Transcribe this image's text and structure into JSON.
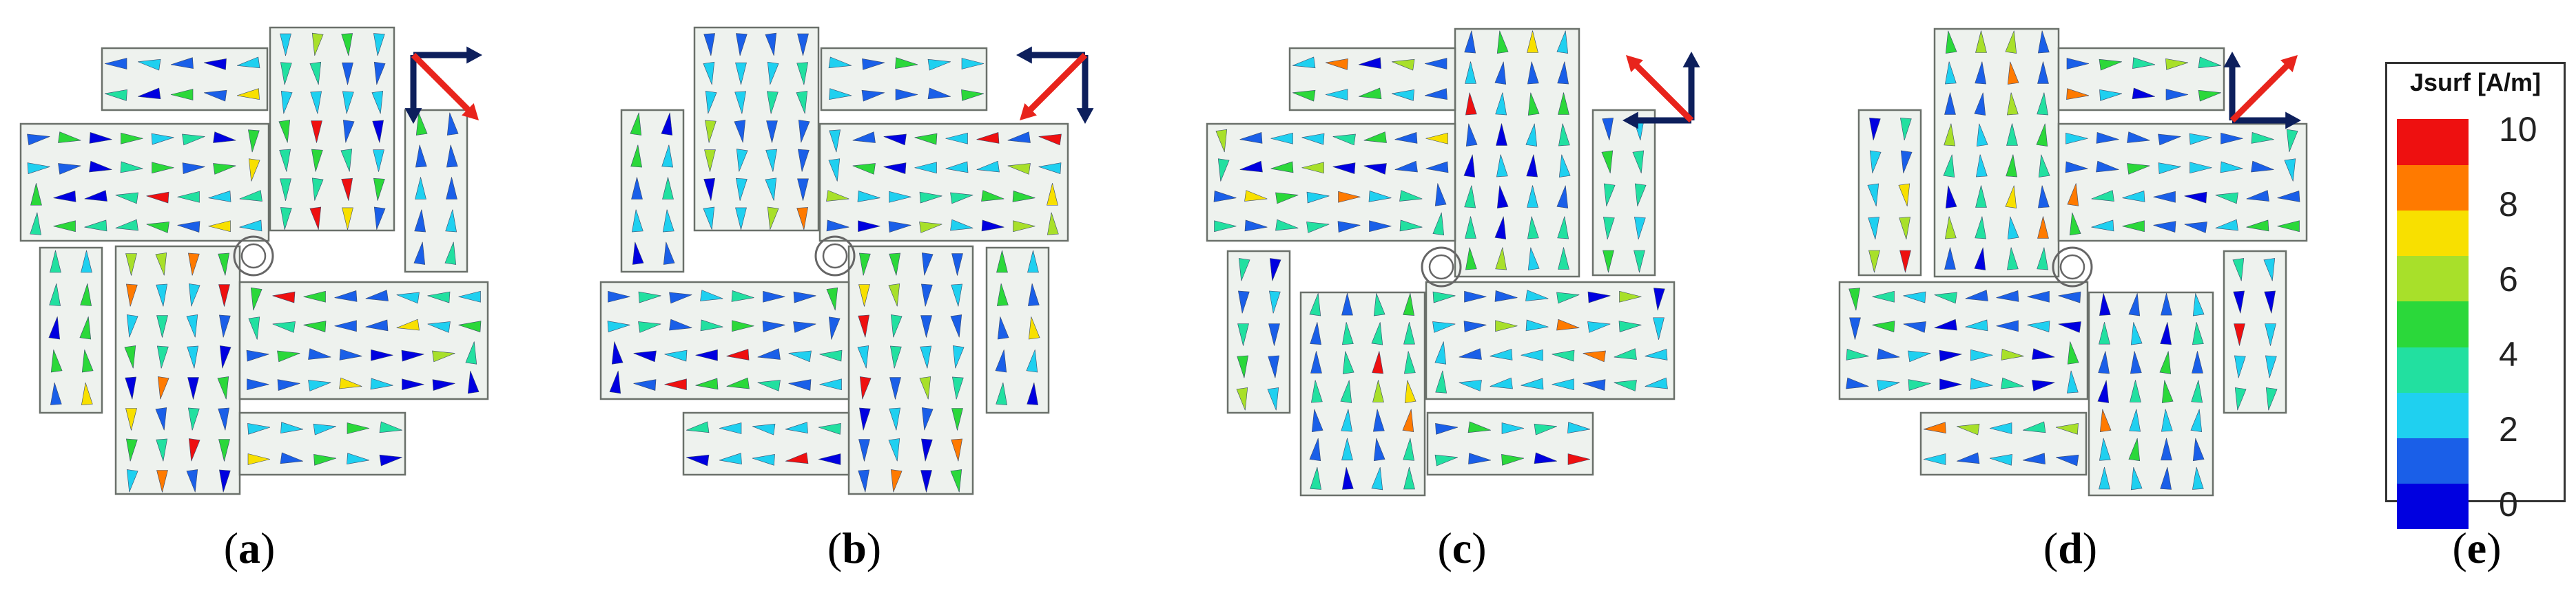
{
  "panels": [
    {
      "id": "a",
      "label": "a",
      "arrows": {
        "red": "down-right",
        "navy_h": "right",
        "navy_v": "down"
      }
    },
    {
      "id": "b",
      "label": "b",
      "arrows": {
        "red": "down-left",
        "navy_h": "left",
        "navy_v": "down"
      }
    },
    {
      "id": "c",
      "label": "c",
      "arrows": {
        "red": "up-left",
        "navy_h": "left",
        "navy_v": "up"
      }
    },
    {
      "id": "d",
      "label": "d",
      "arrows": {
        "red": "up-right",
        "navy_h": "right",
        "navy_v": "up"
      }
    }
  ],
  "legend": {
    "label": "e",
    "title": "Jsurf [A/m]",
    "ticks": [
      "10",
      "8",
      "6",
      "4",
      "2",
      "0"
    ],
    "range": [
      0,
      10
    ],
    "colors": [
      "#0000e0",
      "#1a5fe8",
      "#1fd0f0",
      "#22e0a0",
      "#2bd83a",
      "#a8e02a",
      "#f8e000",
      "#ff7a00",
      "#ee1010"
    ]
  },
  "colors": {
    "panel_fill": "#eef2ee",
    "panel_stroke": "#6a706a",
    "arrow_red": "#e8241c",
    "arrow_navy": "#0d1f5c"
  }
}
